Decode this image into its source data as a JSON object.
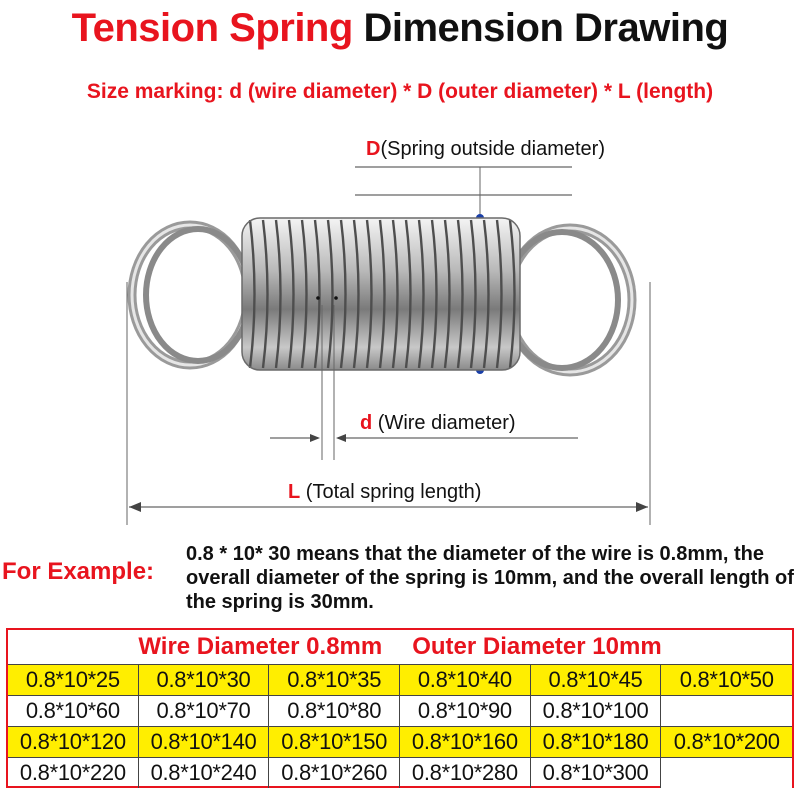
{
  "title": {
    "part1": "Tension Spring",
    "part2": "Dimension Drawing"
  },
  "subtitle": "Size marking: d (wire diameter) * D (outer diameter) * L (length)",
  "labels": {
    "D": {
      "letter": "D",
      "text": "(Spring outside diameter)"
    },
    "d": {
      "letter": "d",
      "text": "(Wire diameter)"
    },
    "L": {
      "letter": "L",
      "text": "(Total spring length)"
    }
  },
  "example": {
    "heading": "For Example:",
    "text": "0.8 * 10* 30 means that the diameter of the wire is 0.8mm, the overall diameter of the spring is 10mm, and the overall length of the spring is 30mm."
  },
  "table": {
    "header_left": "Wire Diameter 0.8mm",
    "header_right": "Outer Diameter 10mm",
    "rows": [
      [
        "0.8*10*25",
        "0.8*10*30",
        "0.8*10*35",
        "0.8*10*40",
        "0.8*10*45",
        "0.8*10*50"
      ],
      [
        "0.8*10*60",
        "0.8*10*70",
        "0.8*10*80",
        "0.8*10*90",
        "0.8*10*100",
        ""
      ],
      [
        "0.8*10*120",
        "0.8*10*140",
        "0.8*10*150",
        "0.8*10*160",
        "0.8*10*180",
        "0.8*10*200"
      ],
      [
        "0.8*10*220",
        "0.8*10*240",
        "0.8*10*260",
        "0.8*10*280",
        "0.8*10*300",
        ""
      ]
    ],
    "highlight_color": "#ffee00"
  },
  "colors": {
    "accent": "#e8141e",
    "text": "#111111",
    "dimension_dot": "#1a3fa8"
  }
}
